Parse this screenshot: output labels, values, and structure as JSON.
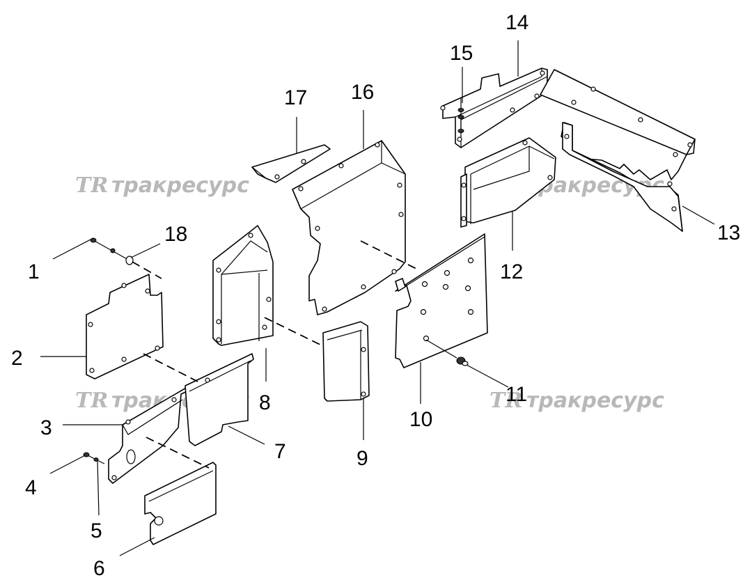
{
  "diagram": {
    "callouts": [
      "1",
      "2",
      "3",
      "4",
      "5",
      "6",
      "7",
      "8",
      "9",
      "10",
      "11",
      "12",
      "13",
      "14",
      "15",
      "16",
      "17",
      "18"
    ],
    "watermark": {
      "logo": "TR",
      "text": "тракресурс"
    },
    "colors": {
      "line": "#000000",
      "background": "#ffffff",
      "watermark": "#b8b8b8"
    }
  }
}
